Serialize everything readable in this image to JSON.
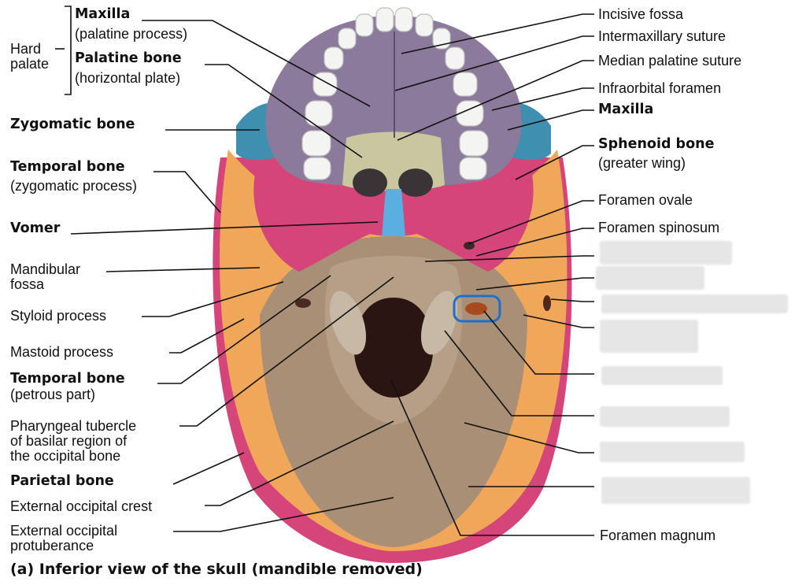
{
  "caption": "(a) Inferior view of the skull (mandible removed)",
  "hard_palate": "Hard\npalate",
  "left_labels": {
    "maxilla_palatine_title": "Maxilla",
    "maxilla_palatine_sub": "(palatine process)",
    "palatine_title": "Palatine bone",
    "palatine_sub": "(horizontal plate)",
    "zygomatic": "Zygomatic bone",
    "temporal_zyg_title": "Temporal bone",
    "temporal_zyg_sub": "(zygomatic process)",
    "vomer": "Vomer",
    "mandibular_fossa": "Mandibular\nfossa",
    "styloid": "Styloid process",
    "mastoid": "Mastoid process",
    "temporal_pet_title": "Temporal bone",
    "temporal_pet_sub": "(petrous part)",
    "pharyngeal": "Pharyngeal tubercle\nof basilar region of\nthe occipital bone",
    "parietal": "Parietal bone",
    "ext_occ_crest": "External occipital crest",
    "ext_occ_prot": "External occipital\nprotuberance"
  },
  "right_labels": {
    "incisive": "Incisive fossa",
    "intermax": "Intermaxillary suture",
    "median_pal": "Median palatine suture",
    "infraorbital": "Infraorbital foramen",
    "maxilla": "Maxilla",
    "sphenoid_title": "Sphenoid bone",
    "sphenoid_sub": "(greater wing)",
    "f_ovale": "Foramen ovale",
    "f_spinosum": "Foramen spinosum",
    "f_magnum": "Foramen magnum"
  },
  "colors": {
    "maxilla": "#8b7a9c",
    "palatine": "#c9c6a0",
    "zygomatic": "#3e8fb0",
    "temporal": "#f0a75a",
    "sphenoid": "#d6457a",
    "occipital": "#a88f76",
    "vomer": "#5aaee0",
    "highlight": "#1e6fcf"
  }
}
